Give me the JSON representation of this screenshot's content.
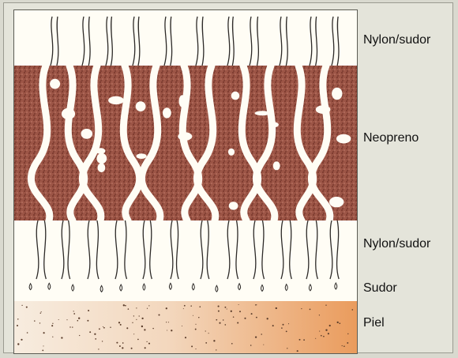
{
  "diagram": {
    "labels": {
      "nylon_top": "Nylon/sudor",
      "neoprene": "Neopreno",
      "nylon_bottom": "Nylon/sudor",
      "sweat": "Sudor",
      "skin": "Piel"
    },
    "colors": {
      "background": "#e4e4da",
      "panel": "#fffdf5",
      "neoprene": "#9c5546",
      "neoprene_speckle": "#6e2e24",
      "skin_start": "#f7ecdf",
      "skin_end": "#ea9b5c",
      "line": "#2d2a28"
    }
  }
}
